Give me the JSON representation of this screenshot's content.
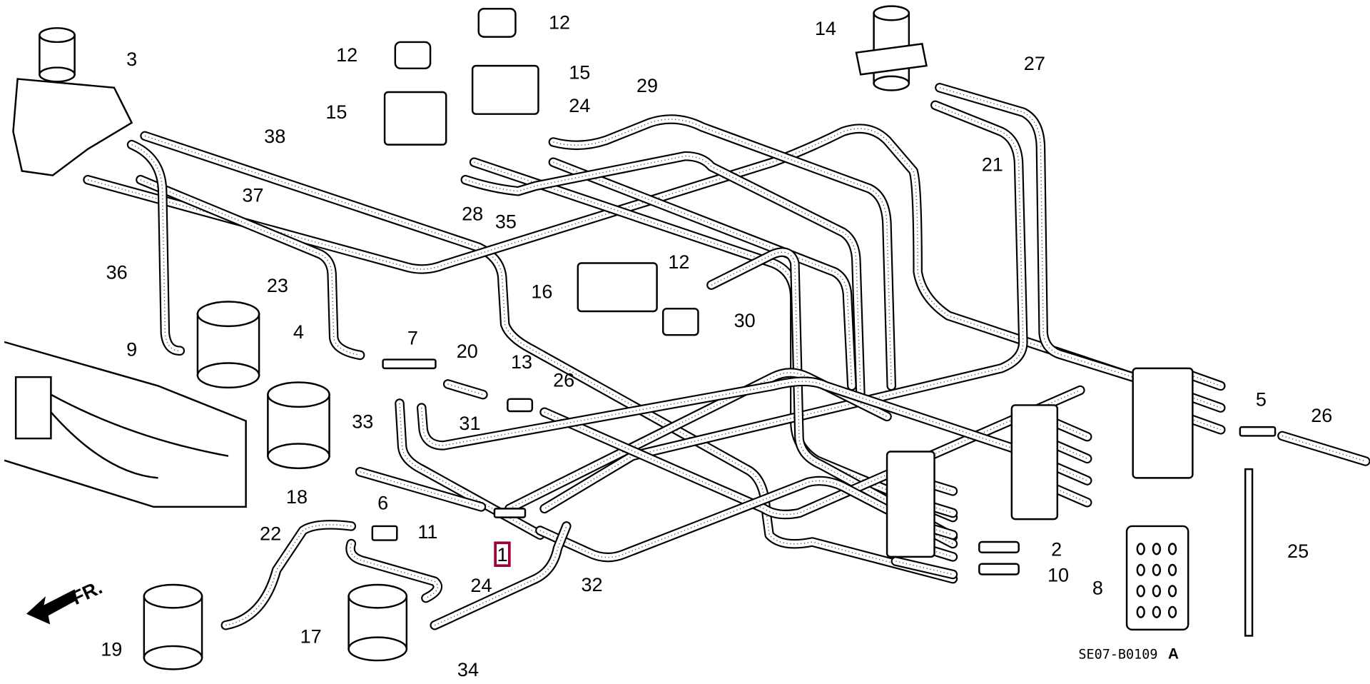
{
  "diagram": {
    "callouts": [
      "3",
      "12",
      "12",
      "15",
      "15",
      "14",
      "27",
      "29",
      "24",
      "21",
      "38",
      "37",
      "28",
      "35",
      "36",
      "23",
      "16",
      "12",
      "30",
      "4",
      "9",
      "7",
      "20",
      "13",
      "26",
      "33",
      "31",
      "5",
      "26",
      "18",
      "6",
      "11",
      "22",
      "1",
      "2",
      "10",
      "25",
      "24",
      "32",
      "8",
      "17",
      "19",
      "34"
    ],
    "highlighted_callout": "1",
    "highlight_color": "#a0003a",
    "direction_label": "FR.",
    "drawing_code": "SE07-B0109",
    "drawing_revision": "A"
  }
}
